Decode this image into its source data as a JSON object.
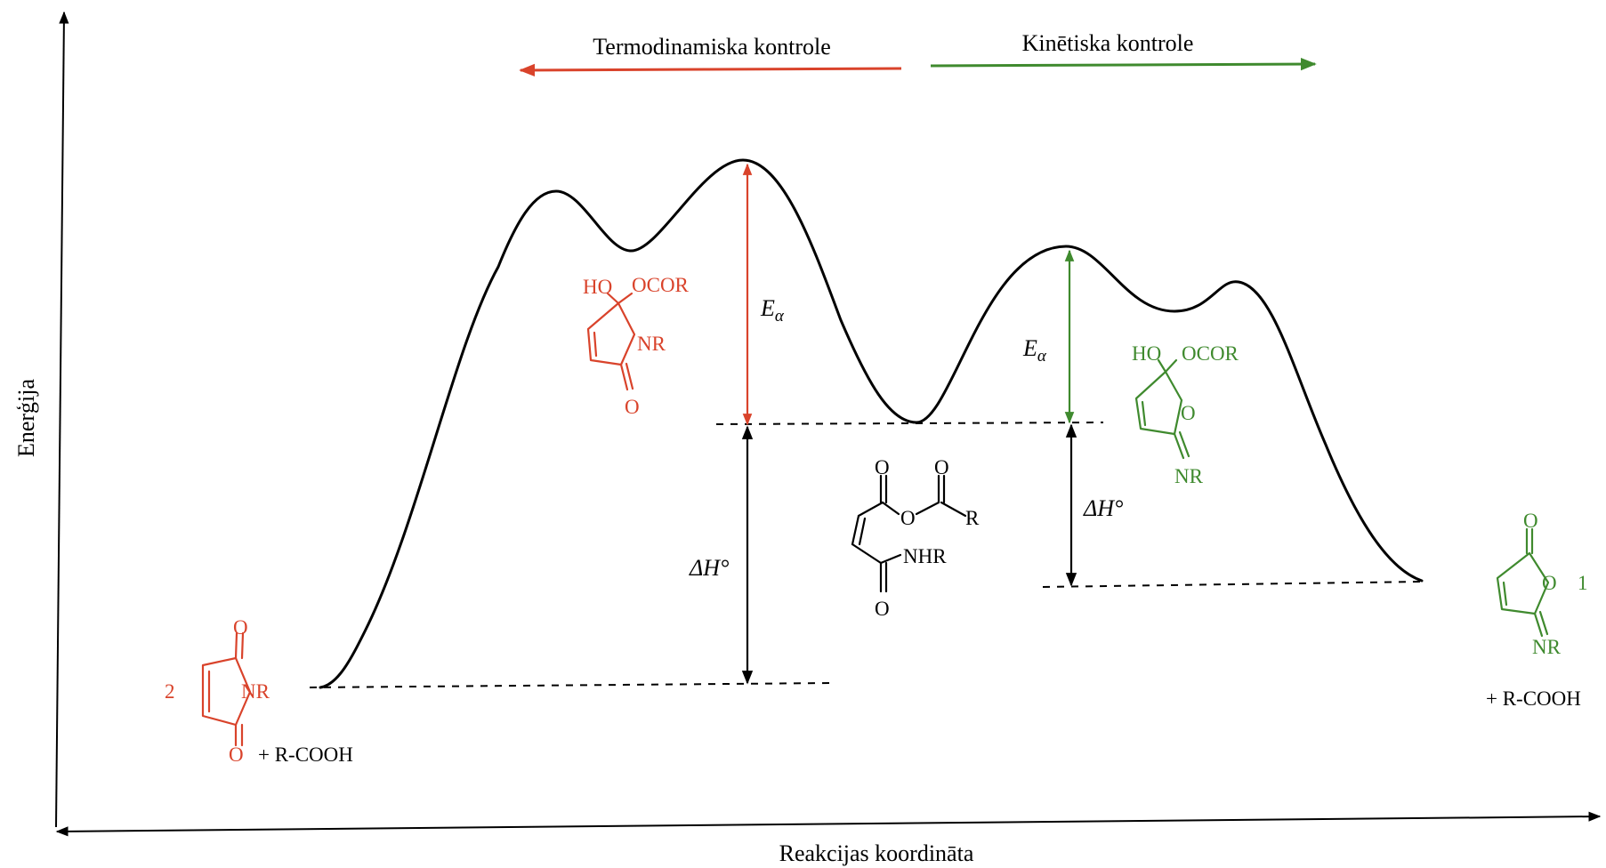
{
  "axes": {
    "y_label": "Enerģija",
    "x_label": "Reakcijas koordināta"
  },
  "control": {
    "thermo": "Termodinamiska kontrole",
    "kinetic": "Kinētiska kontrole"
  },
  "energy": {
    "ea_left": "E",
    "ea_left_sub": "α",
    "dh_left": "ΔH°",
    "ea_right": "E",
    "ea_right_sub": "α",
    "dh_right": "ΔH°"
  },
  "structures": {
    "left_product": {
      "number": "2",
      "carbonyl_top": "O",
      "nitrogen": "NR",
      "carbonyl_bottom": "O",
      "coproduct": "+ R-COOH"
    },
    "red_intermediate": {
      "hydroxy": "HO",
      "acyloxy": "OCOR",
      "nitrogen": "NR",
      "carbonyl": "O"
    },
    "center_intermediate": {
      "o1": "O",
      "o2": "O",
      "ester_o": "O",
      "r_group": "R",
      "amide": "NHR",
      "o3": "O"
    },
    "green_intermediate": {
      "hydroxy": "HO",
      "acyloxy": "OCOR",
      "ring_o": "O",
      "imine": "NR"
    },
    "right_product": {
      "carbonyl": "O",
      "ring_o": "O",
      "number": "1",
      "imine": "NR",
      "coproduct": "+ R-COOH"
    }
  },
  "colors": {
    "thermo": "#d9432b",
    "kinetic": "#3f8a2e",
    "ink": "#000000"
  }
}
